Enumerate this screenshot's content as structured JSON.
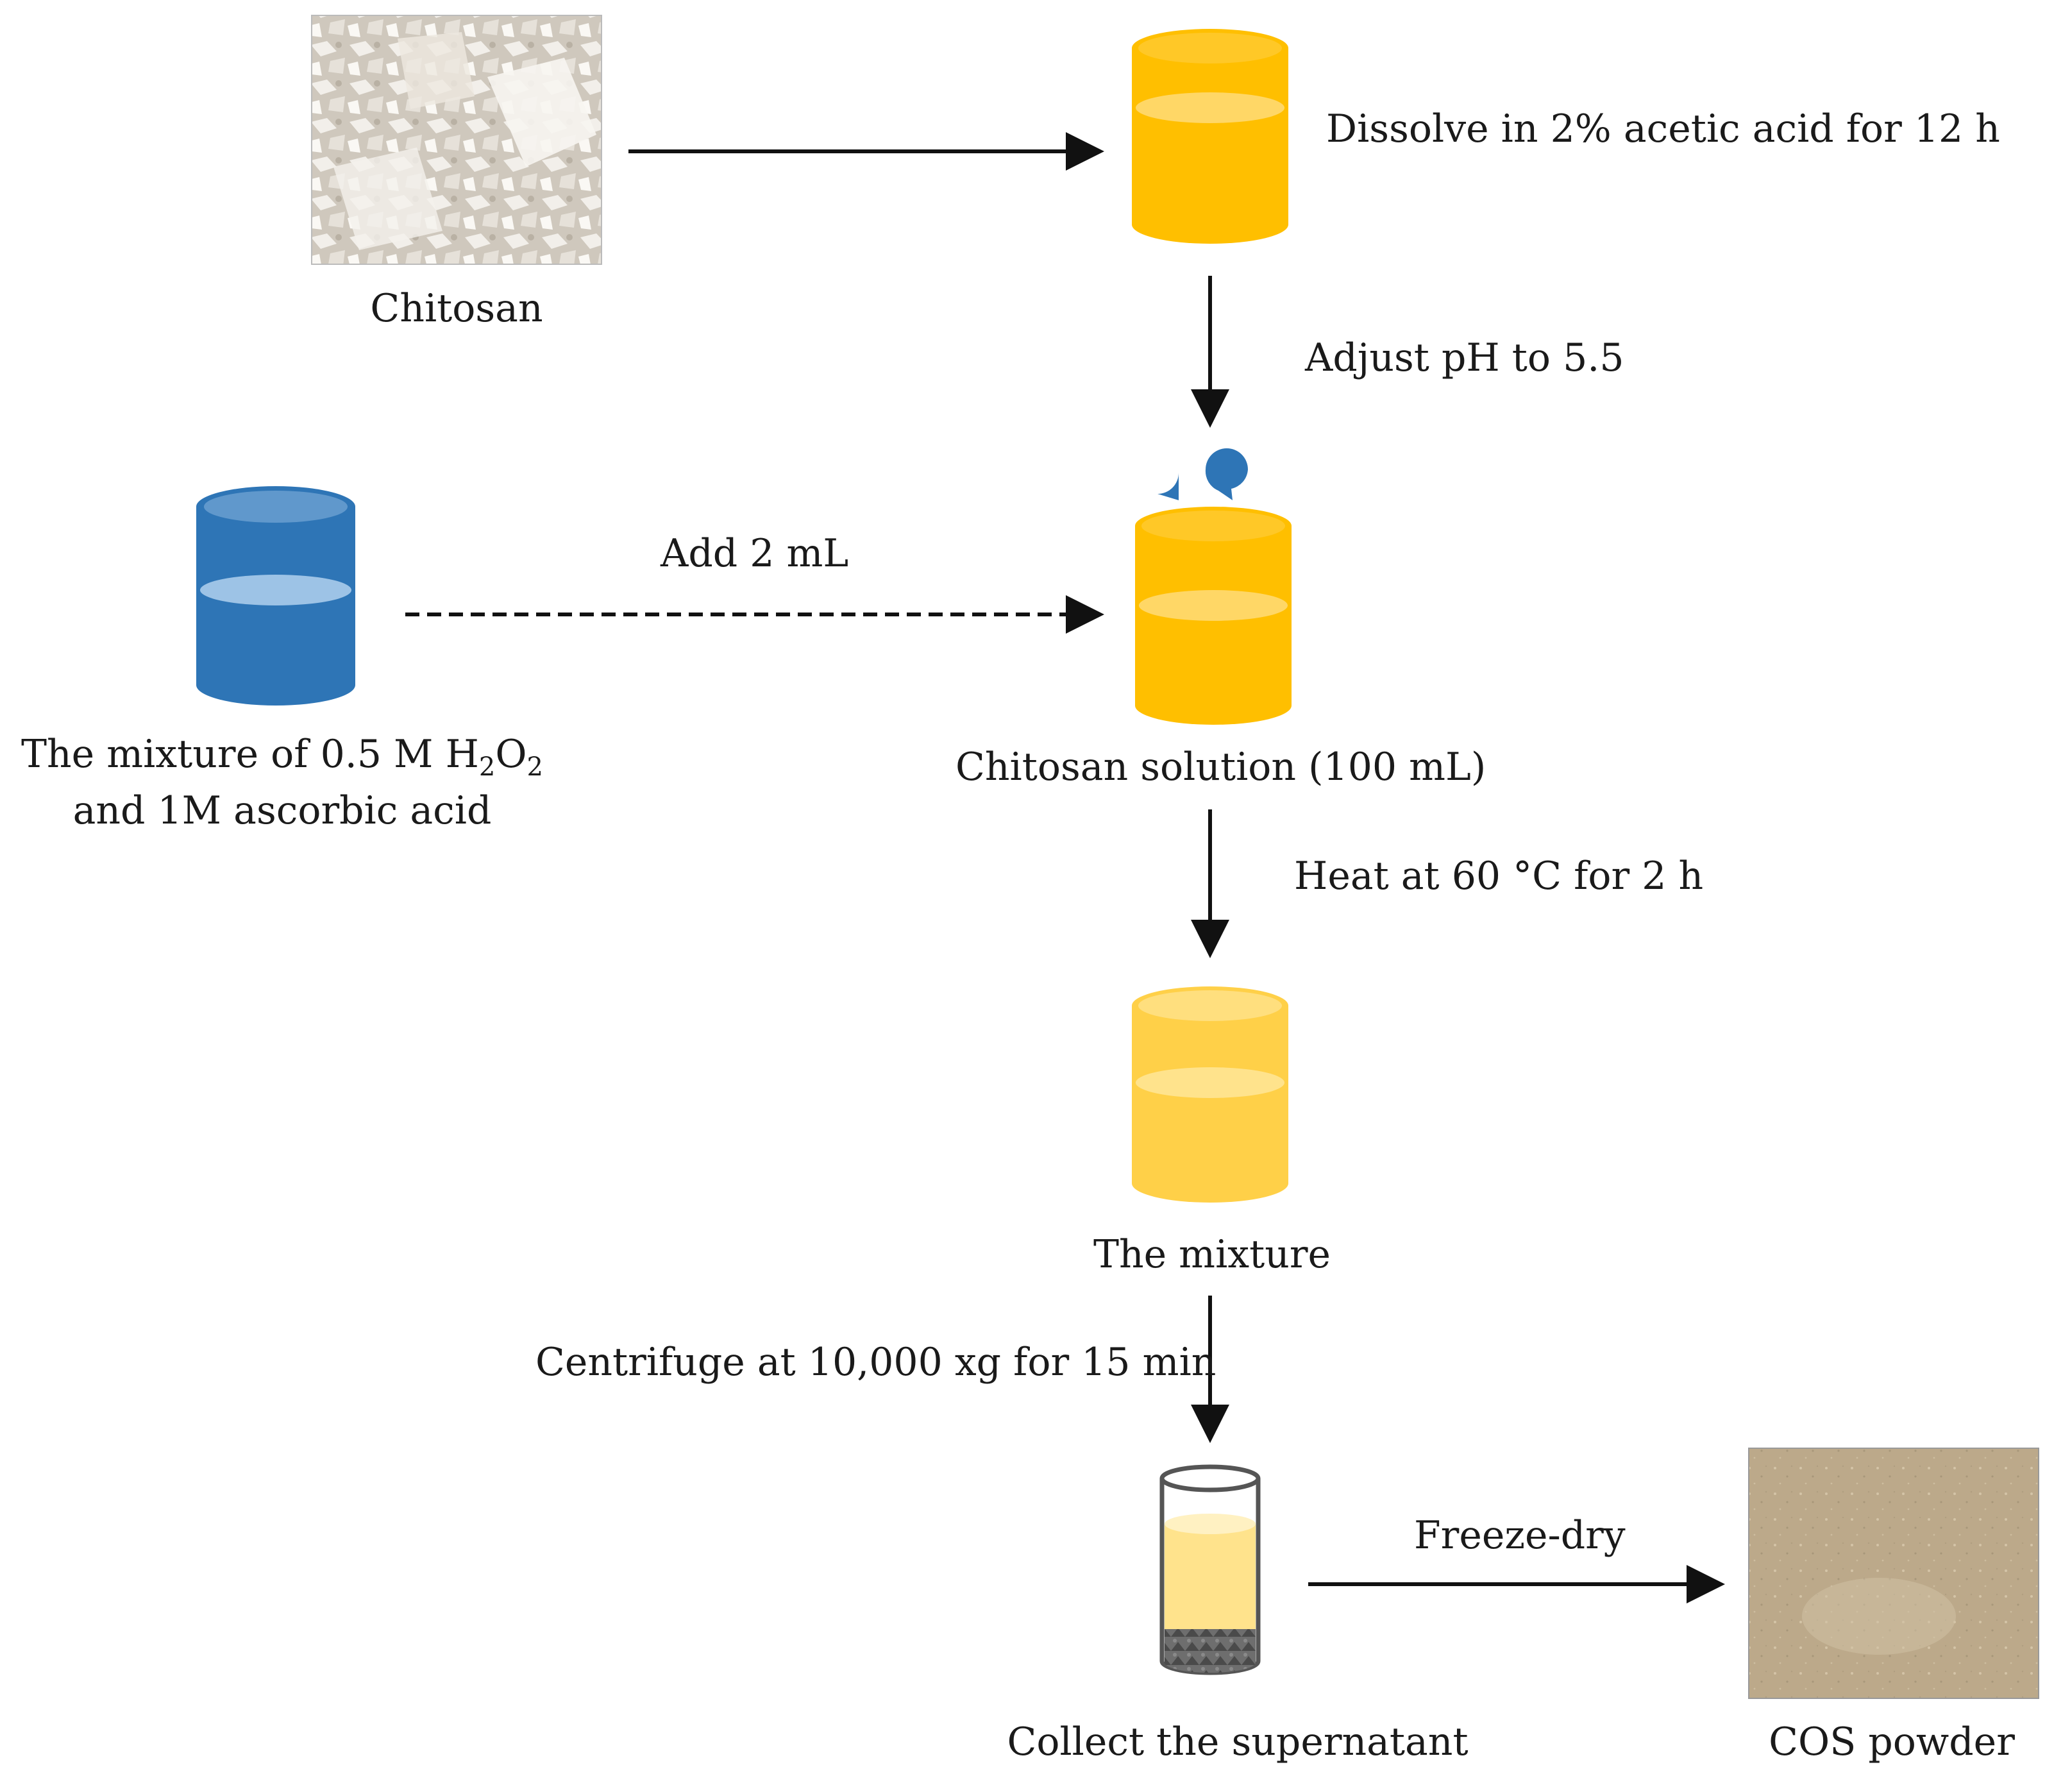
{
  "labels": {
    "chitosan": "Chitosan",
    "dissolve": "Dissolve in 2% acetic acid for 12 h",
    "adjust_ph": "Adjust pH to 5.5",
    "add": "Add 2 mL",
    "mixture_line1_prefix": "The mixture of 0.5 M H",
    "mixture_line1_sub1": "2",
    "mixture_line1_mid": "O",
    "mixture_line1_sub2": "2",
    "mixture_line2": "and 1M ascorbic acid",
    "chitosan_solution": "Chitosan solution (100 mL)",
    "heat": "Heat at 60 °C for 2 h",
    "the_mixture": "The mixture",
    "centrifuge": "Centrifuge at 10,000 xg for 15 min",
    "freeze_dry": "Freeze-dry",
    "collect": "Collect the supernatant",
    "cos_powder": "COS powder"
  },
  "colors": {
    "amber": "#FFBF00",
    "amber_light": "#FFD766",
    "amber_top": "#FFE39A",
    "blue": "#2E75B6",
    "blue_top": "#9DC3E6",
    "arrow": "#111111",
    "powder": "#BCA98A",
    "flakes": "#D8D2C8"
  }
}
